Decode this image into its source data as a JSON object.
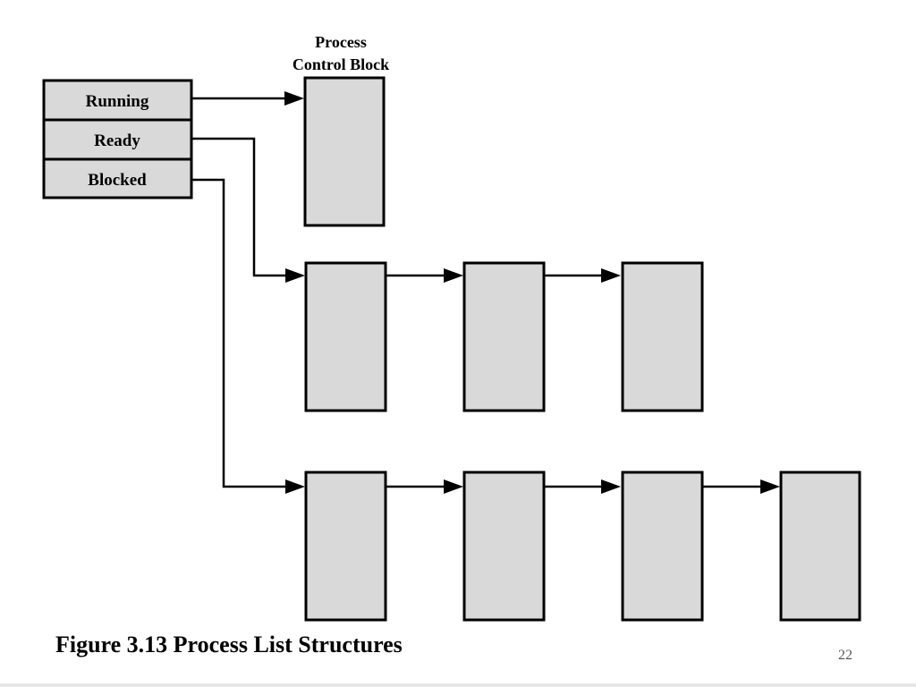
{
  "diagram": {
    "list_headers": [
      "Running",
      "Ready",
      "Blocked"
    ],
    "pcb_title_line1": "Process",
    "pcb_title_line2": "Control Block",
    "lists": [
      {
        "header": "Running",
        "block_count": 1
      },
      {
        "header": "Ready",
        "block_count": 3
      },
      {
        "header": "Blocked",
        "block_count": 4
      }
    ]
  },
  "caption": "Figure 3.13 Process List Structures",
  "page_number": "22",
  "colors": {
    "block_fill": "#d9d9d9",
    "stroke": "#000000",
    "background": "#ffffff"
  }
}
